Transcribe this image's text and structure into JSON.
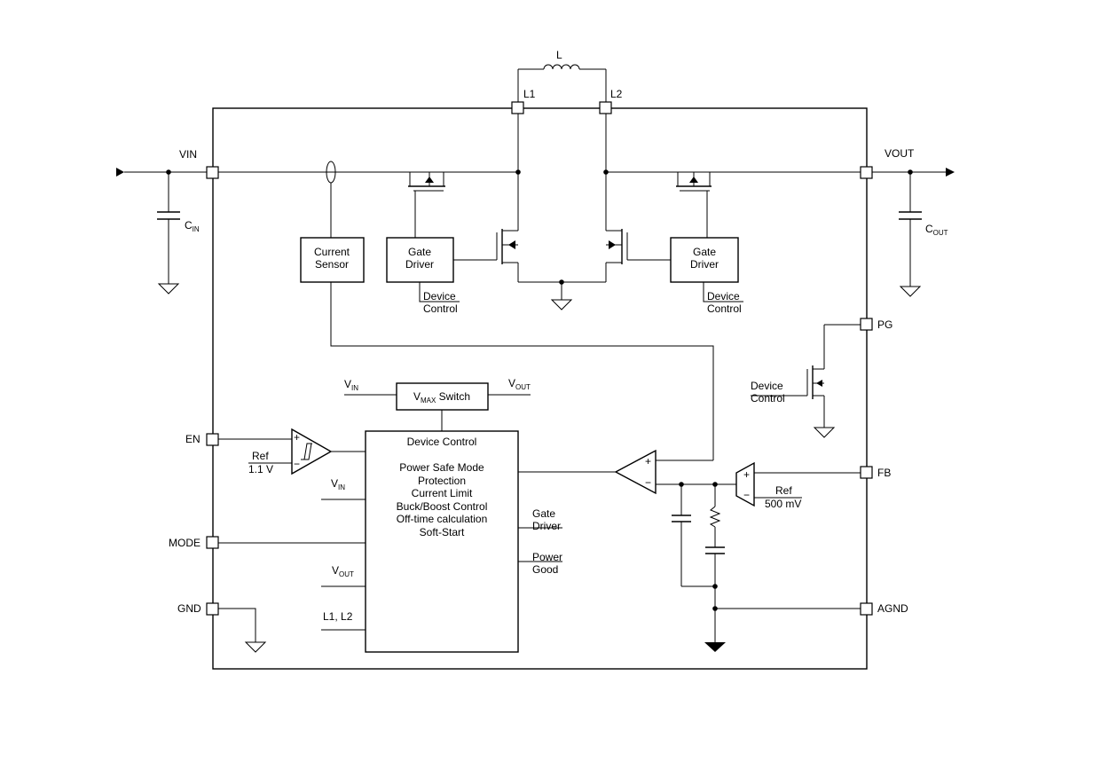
{
  "pins": {
    "vin": "VIN",
    "vout": "VOUT",
    "l1": "L1",
    "l2": "L2",
    "l": "L",
    "en": "EN",
    "mode": "MODE",
    "gnd": "GND",
    "pg": "PG",
    "fb": "FB",
    "agnd": "AGND"
  },
  "caps": {
    "cin_main": "C",
    "cin_sub": "IN",
    "cout_main": "C",
    "cout_sub": "OUT"
  },
  "blocks": {
    "current_sensor": [
      "Current",
      "Sensor"
    ],
    "gate_driver": [
      "Gate",
      "Driver"
    ],
    "vmax_switch": {
      "main1": "V",
      "sub": "MAX",
      "main2": " Switch"
    },
    "device_control": {
      "title": "Device Control",
      "lines": [
        "Power Safe Mode",
        "Protection",
        "Current Limit",
        "Buck/Boost Control",
        "Off-time calculation",
        "Soft-Start"
      ]
    }
  },
  "labels": {
    "device_control": [
      "Device",
      "Control"
    ],
    "v_main": "V",
    "vin_sub": "IN",
    "vout_sub": "OUT",
    "ref": "Ref",
    "ref_en_value": "1.1 V",
    "ref_fb_value": "500 mV",
    "gate_driver_out": [
      "Gate",
      "Driver"
    ],
    "power_good_out": [
      "Power",
      "Good"
    ],
    "l1l2": "L1, L2",
    "plus": "+",
    "minus": "−"
  }
}
